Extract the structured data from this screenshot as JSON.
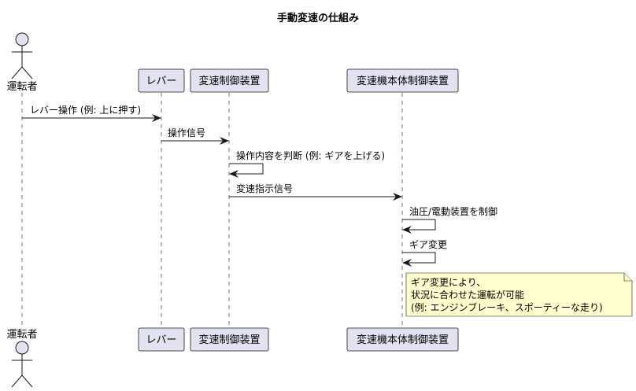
{
  "diagram": {
    "title": "手動変速の仕組み",
    "participants": [
      {
        "id": "driver",
        "name": "運転者",
        "kind": "actor"
      },
      {
        "id": "lever",
        "name": "レバー",
        "kind": "participant"
      },
      {
        "id": "ctrl",
        "name": "変速制御装置",
        "kind": "participant"
      },
      {
        "id": "unit",
        "name": "変速機本体制御装置",
        "kind": "participant"
      }
    ],
    "messages": [
      {
        "from": "driver",
        "to": "lever",
        "text": "レバー操作 (例: 上に押す)"
      },
      {
        "from": "lever",
        "to": "ctrl",
        "text": "操作信号"
      },
      {
        "from": "ctrl",
        "to": "ctrl",
        "text": "操作内容を判断 (例: ギアを上げる)"
      },
      {
        "from": "ctrl",
        "to": "unit",
        "text": "変速指示信号"
      },
      {
        "from": "unit",
        "to": "unit",
        "text": "油圧/電動装置を制御"
      },
      {
        "from": "unit",
        "to": "unit",
        "text": "ギア変更"
      }
    ],
    "note": {
      "over": "unit",
      "lines": [
        "ギア変更により、",
        "状況に合わせた運転が可能",
        "(例: エンジンブレーキ、スポーティーな走り)"
      ]
    }
  }
}
